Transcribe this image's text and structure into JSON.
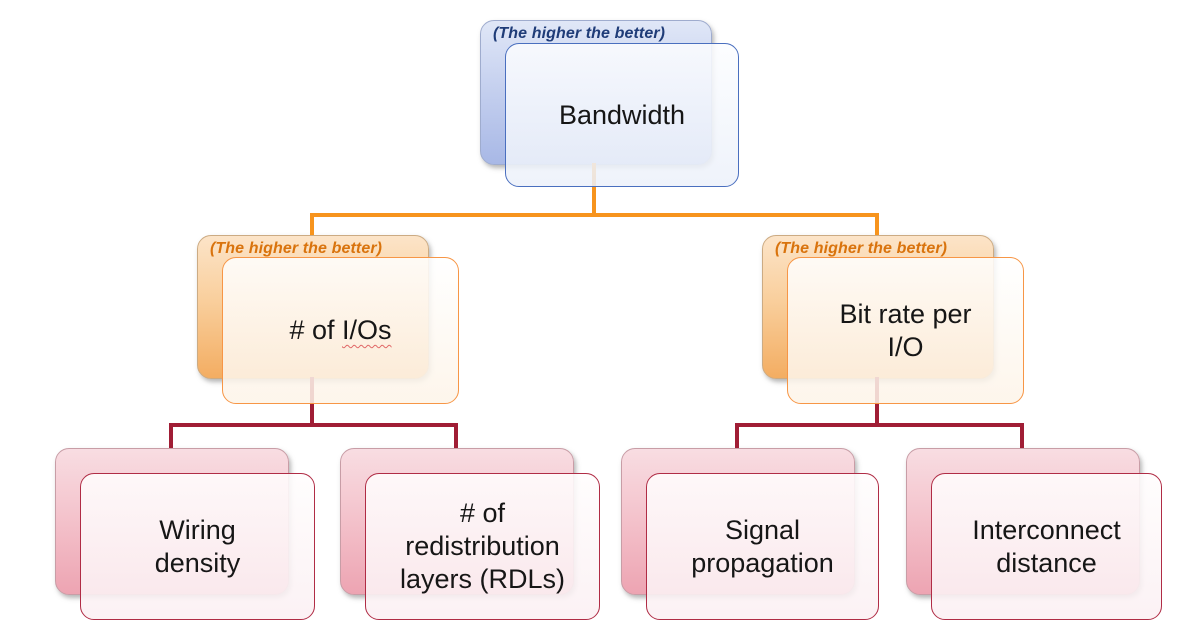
{
  "diagram": {
    "root": {
      "annotation": "(The higher the better)",
      "label": "Bandwidth"
    },
    "level2": [
      {
        "annotation": "(The higher the better)",
        "label_before": "# of ",
        "label_misspelled": "I/Os"
      },
      {
        "annotation": "(The higher the better)",
        "label": "Bit rate per\nI/O"
      }
    ],
    "level3": [
      {
        "label": "Wiring\ndensity"
      },
      {
        "label": "# of\nredistribution\nlayers (RDLs)"
      },
      {
        "label": "Signal\npropagation"
      },
      {
        "label": "Interconnect\ndistance"
      }
    ],
    "colors": {
      "level1_accent": "#4a6fbf",
      "level1_annotation": "#1f3c78",
      "level2_accent": "#f79646",
      "level2_annotation": "#d9730d",
      "level3_accent": "#b02c45",
      "connector_top": "#f7941d",
      "connector_bottom": "#a01d35",
      "spellcheck": "#e06666"
    }
  }
}
